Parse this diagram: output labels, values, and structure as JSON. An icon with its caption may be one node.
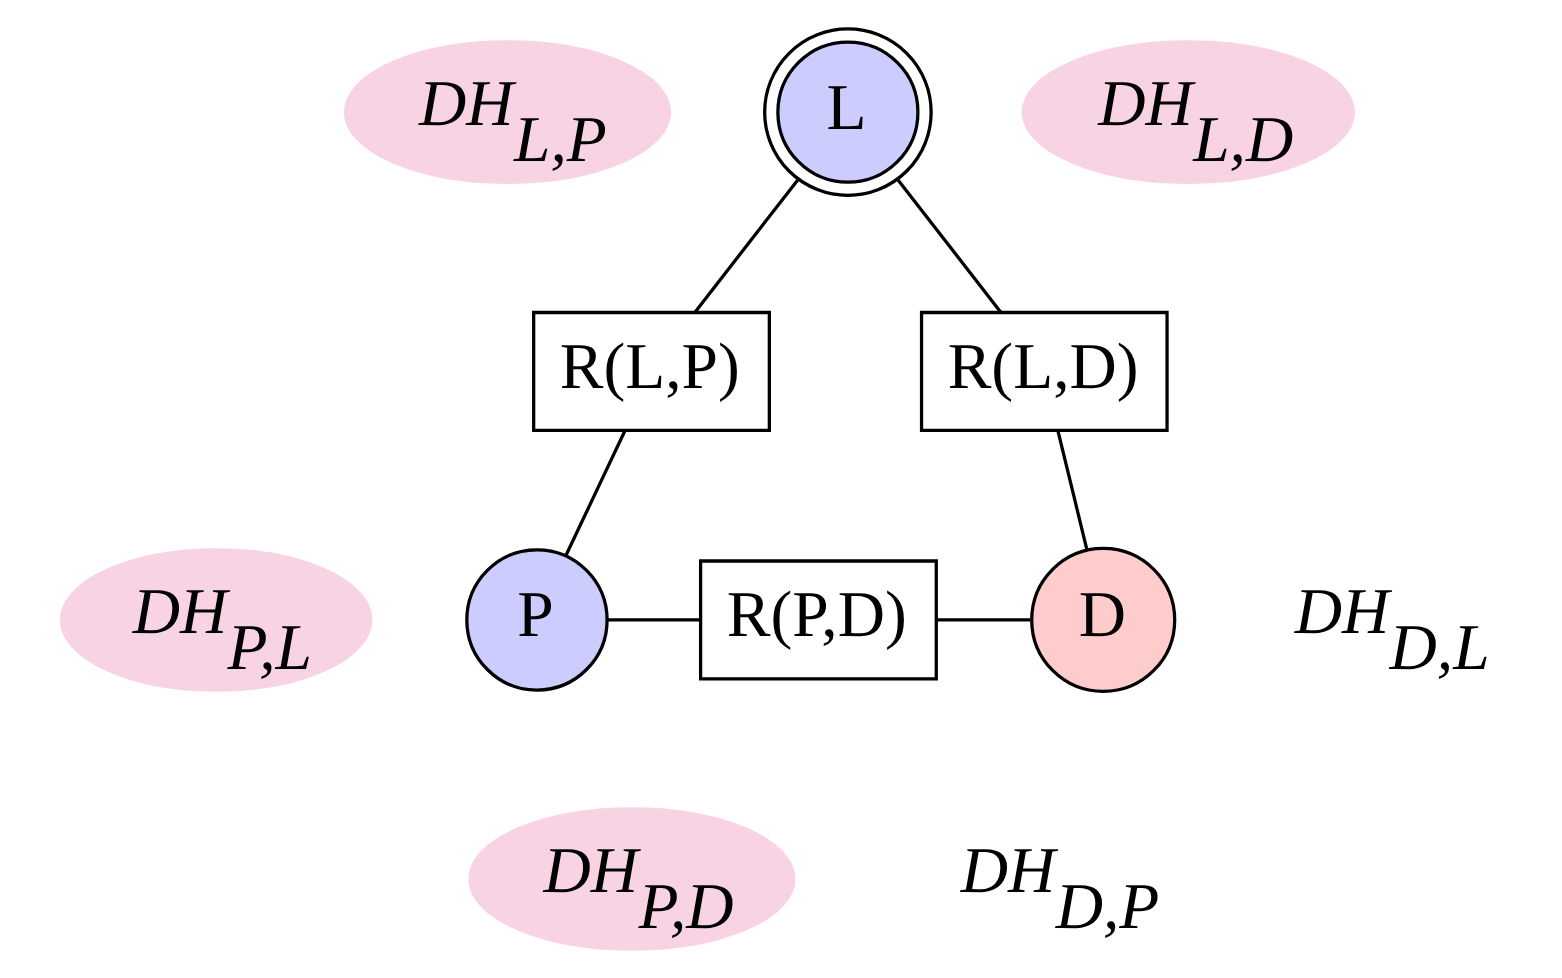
{
  "diagram": {
    "nodes": [
      {
        "text": [
          "L"
        ]
      },
      {
        "text": [
          "DH$_{L,P}$"
        ]
      },
      {
        "text": [
          "DH$_{L,D}$"
        ]
      },
      {
        "text": [
          "R(L,P)"
        ]
      },
      {
        "text": [
          "R(L,D)"
        ]
      },
      {
        "text": [
          "DH$_{P,L}$"
        ]
      },
      {
        "text": [
          "P"
        ]
      },
      {
        "text": [
          "R(P,D)"
        ]
      },
      {
        "text": [
          "D"
        ]
      },
      {
        "text": [
          "DH$_{P,D}$"
        ]
      }
    ],
    "edges": [
      {
        "from": 0,
        "to": 3,
        "arrow": "none"
      },
      {
        "from": 3,
        "to": 6,
        "arrow": "none"
      },
      {
        "from": 0,
        "to": 4,
        "arrow": "none"
      },
      {
        "from": 4,
        "to": 8,
        "arrow": "none"
      },
      {
        "from": 6,
        "to": 7,
        "arrow": "none"
      },
      {
        "from": 7,
        "to": 8,
        "arrow": "none"
      }
    ],
    "labels": [
      "DH$_{D,L}$",
      "DH$_{D,P}$"
    ]
  }
}
